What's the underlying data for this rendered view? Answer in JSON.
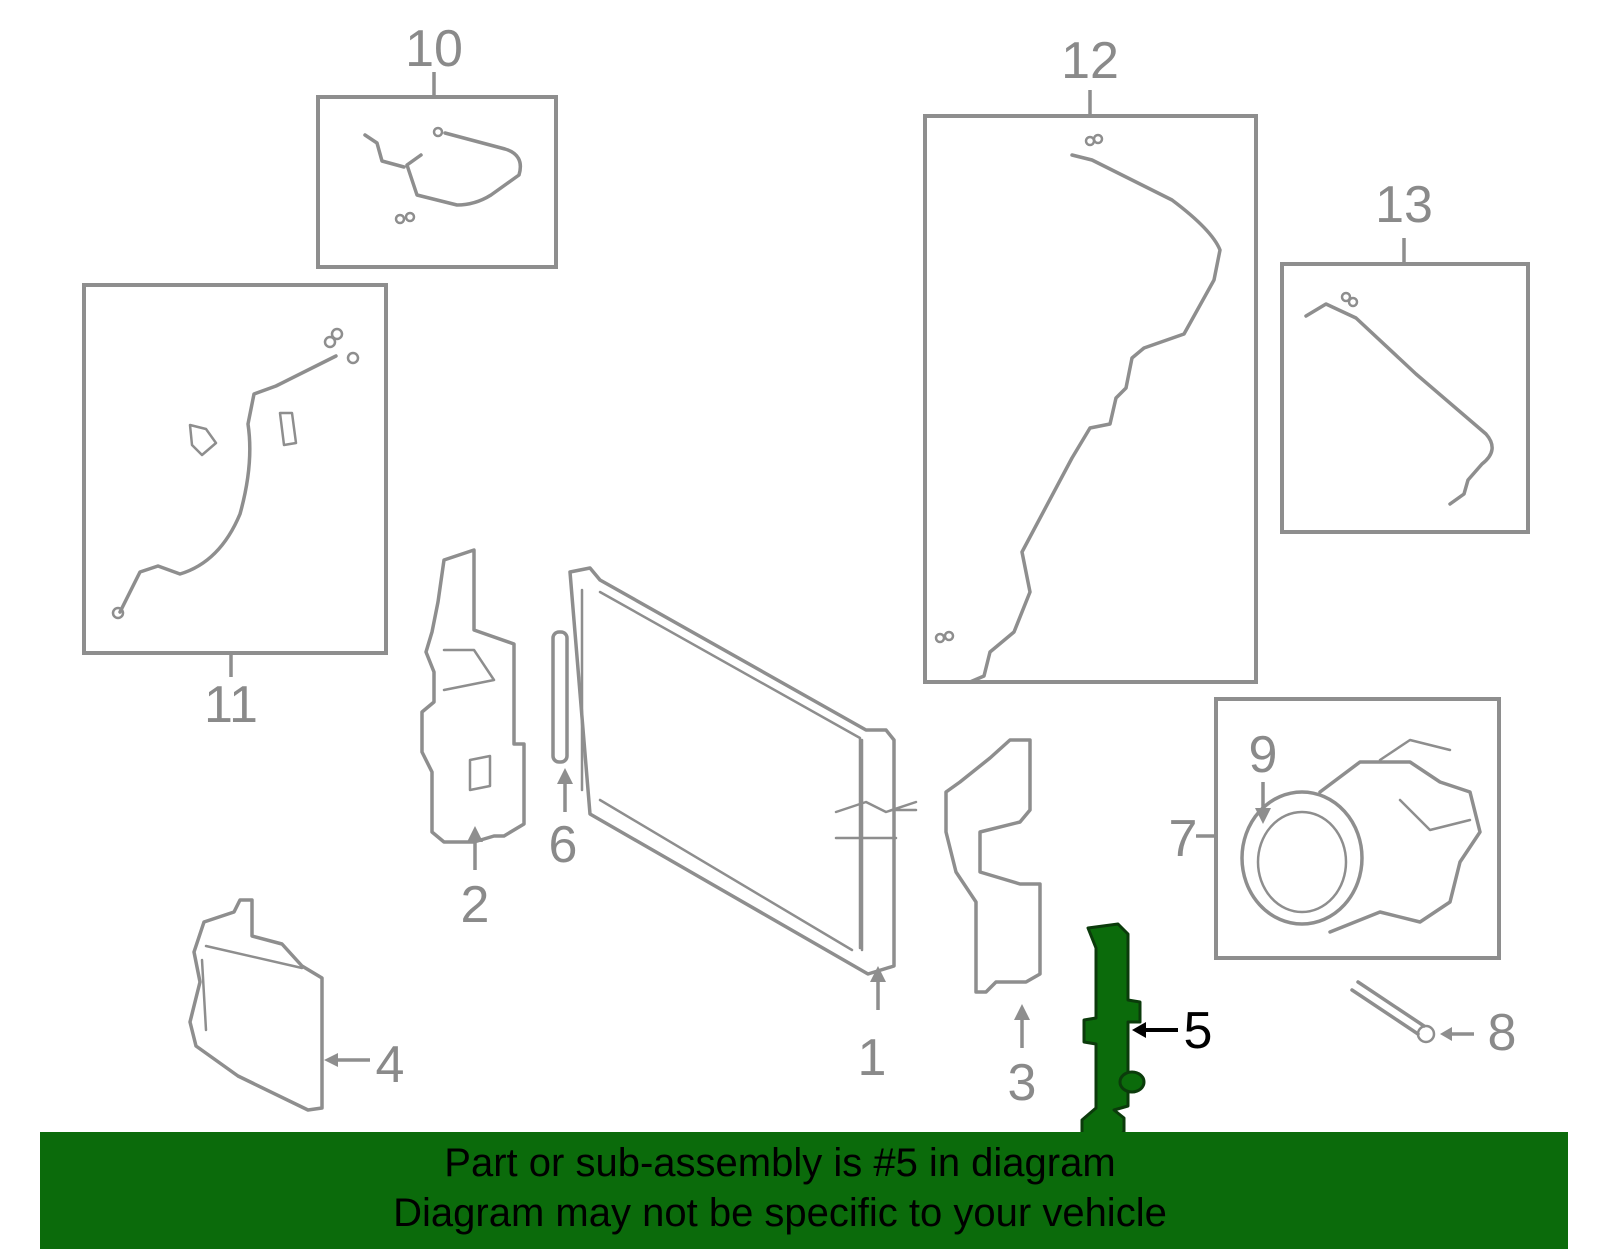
{
  "callouts": {
    "c1": "1",
    "c2": "2",
    "c3": "3",
    "c4": "4",
    "c5": "5",
    "c6": "6",
    "c7": "7",
    "c8": "8",
    "c9": "9",
    "c10": "10",
    "c11": "11",
    "c12": "12",
    "c13": "13"
  },
  "highlight_part": "5",
  "colors": {
    "highlight": "#0b6b0b",
    "part_line": "#8e8e8e",
    "callout_text": "#8a8a8a",
    "banner_bg": "#0b6b0b"
  },
  "banner": {
    "line1": "Part or sub-assembly is #5 in diagram",
    "line2": "Diagram may not be specific to your vehicle"
  }
}
